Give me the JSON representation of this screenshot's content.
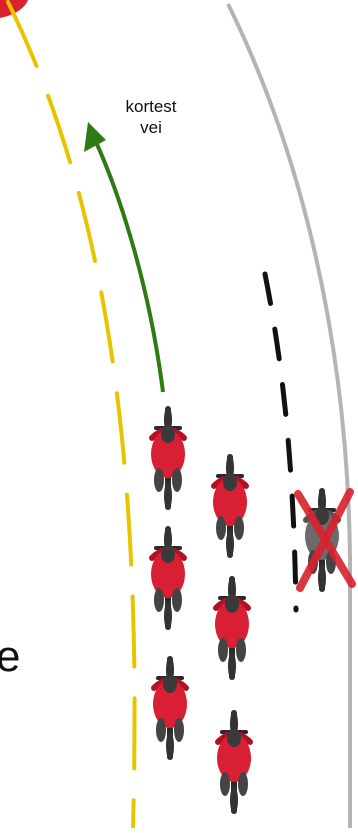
{
  "annotation": {
    "line1": "kortest",
    "line2": "vei"
  },
  "edge_text": "e",
  "colors": {
    "lane_line": "#e8c400",
    "road_edge": "#b4b4b4",
    "shortest_path_arrow": "#2f7a12",
    "black_line": "#111111",
    "cross_mark": "#d8222c",
    "rider_jersey": "#d81f33"
  },
  "icons": {
    "rider": "cyclist-top-view-icon",
    "blocked": "cross-mark-icon",
    "arrow": "arrow-up-icon"
  },
  "riders": {
    "count": 6,
    "blocked_count": 1
  }
}
